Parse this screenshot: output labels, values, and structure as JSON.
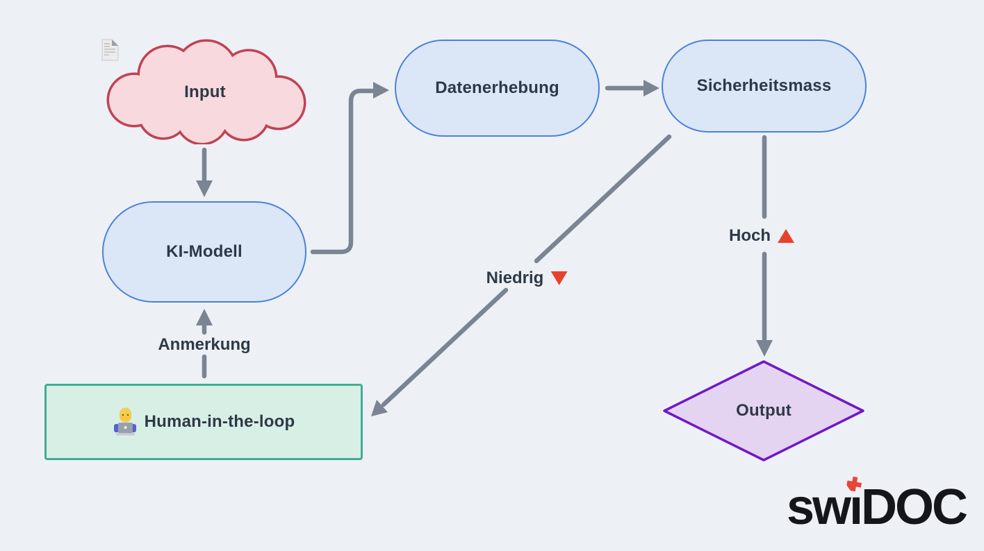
{
  "diagram": {
    "background_color": "#edf1f6",
    "arrow_color": "#7b8492",
    "text_color": "#2e3947",
    "nodes": {
      "input": {
        "label": "Input",
        "icon": "page-facing-up-icon",
        "shape": "cloud",
        "fill_color": "#f7d9de",
        "border_color": "#c04253"
      },
      "ki_modell": {
        "label": "KI-Modell",
        "shape": "stadium",
        "fill_color": "#dbe6f6",
        "border_color": "#4a82d8"
      },
      "datenerhebung": {
        "label": "Datenerhebung",
        "shape": "stadium",
        "fill_color": "#dbe6f6",
        "border_color": "#4a82d8"
      },
      "sicherheitsmass": {
        "label": "Sicherheitsmass",
        "shape": "stadium",
        "fill_color": "#dbe6f6",
        "border_color": "#4a82d8"
      },
      "human_in_the_loop": {
        "label": "Human-in-the-loop",
        "icon": "technologist-icon",
        "shape": "rectangle",
        "fill_color": "#d8efe6",
        "border_color": "#41ad91"
      },
      "output": {
        "label": "Output",
        "shape": "diamond",
        "fill_color": "#e4d4f2",
        "border_color": "#7118c8"
      }
    },
    "edge_labels": {
      "anmerkung": "Anmerkung",
      "niedrig": "Niedrig",
      "hoch": "Hoch"
    },
    "edges": [
      {
        "from": "Input",
        "to": "KI-Modell",
        "label": ""
      },
      {
        "from": "KI-Modell",
        "to": "Datenerhebung",
        "label": ""
      },
      {
        "from": "Datenerhebung",
        "to": "Sicherheitsmass",
        "label": ""
      },
      {
        "from": "Sicherheitsmass",
        "to": "Human-in-the-loop",
        "label": "Niedrig",
        "label_icon": "red-triangle-down-icon"
      },
      {
        "from": "Sicherheitsmass",
        "to": "Output",
        "label": "Hoch",
        "label_icon": "red-triangle-up-icon"
      },
      {
        "from": "Human-in-the-loop",
        "to": "KI-Modell",
        "label": "Anmerkung",
        "label_icon": ""
      }
    ]
  },
  "logo": {
    "text": "swiDOC",
    "render_parts": {
      "sw": "sw",
      "i_dotless": "ı",
      "doc": "DOC"
    },
    "cross_icon": "swiss-cross-icon",
    "cross_color": "#e8463a",
    "text_color": "#14161a"
  }
}
